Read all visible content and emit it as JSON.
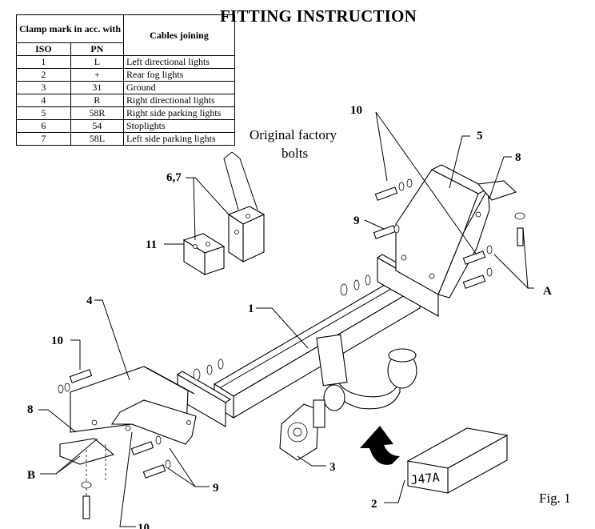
{
  "title": "FITTING INSTRUCTION",
  "table": {
    "header_clamp": "Clamp mark in acc. with",
    "header_cables": "Cables joining",
    "col_iso": "ISO",
    "col_pn": "PN",
    "rows": [
      {
        "iso": "1",
        "pn": "L",
        "desc": "Left directional lights"
      },
      {
        "iso": "2",
        "pn": "+",
        "desc": "Rear fog lights"
      },
      {
        "iso": "3",
        "pn": "31",
        "desc": "Ground"
      },
      {
        "iso": "4",
        "pn": "R",
        "desc": "Right directional lights"
      },
      {
        "iso": "5",
        "pn": "58R",
        "desc": "Right side parking lights"
      },
      {
        "iso": "6",
        "pn": "54",
        "desc": "Stoplights"
      },
      {
        "iso": "7",
        "pn": "58L",
        "desc": "Left side parking lights"
      }
    ]
  },
  "callouts": {
    "original_bolts_line1": "Original factory",
    "original_bolts_line2": "bolts",
    "part_1": "1",
    "part_2": "2",
    "part_3": "3",
    "part_4": "4",
    "part_5": "5",
    "part_67": "6,7",
    "part_8_right": "8",
    "part_8_left": "8",
    "part_9_right": "9",
    "part_9_bottom": "9",
    "part_10_top": "10",
    "part_10_left": "10",
    "part_10_bottom": "10",
    "part_11": "11",
    "mark_a": "A",
    "mark_b": "B"
  },
  "box_stamp": "J47A",
  "figure_label": "Fig. 1"
}
